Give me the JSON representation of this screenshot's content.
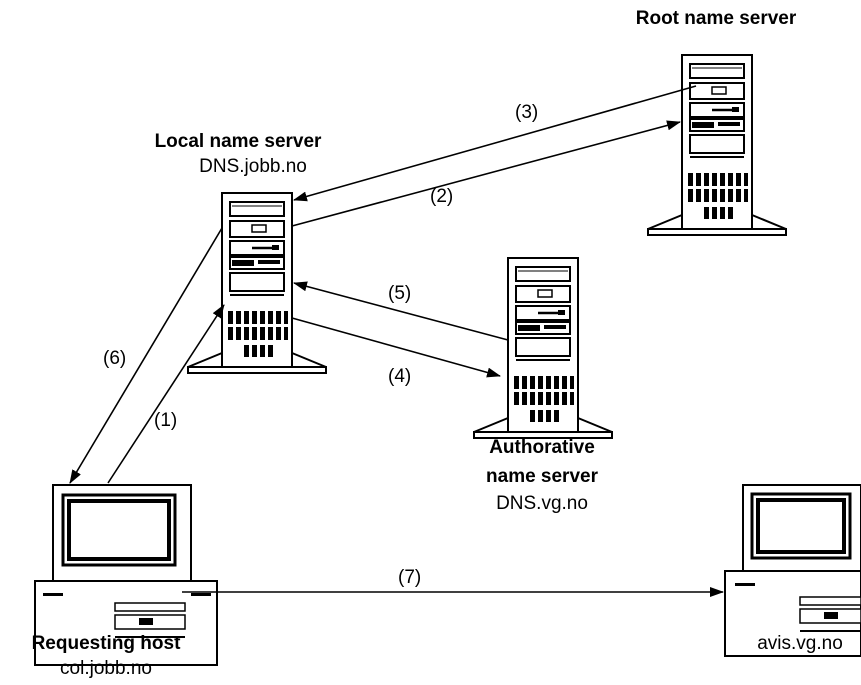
{
  "nodes": {
    "root": {
      "title": "Root name server",
      "subtitle": ""
    },
    "local": {
      "title": "Local name server",
      "subtitle": "DNS.jobb.no"
    },
    "auth": {
      "title_line1": "Authorative",
      "title_line2": "name server",
      "subtitle": "DNS.vg.no"
    },
    "request": {
      "title": "Requesting host",
      "subtitle": "col.jobb.no"
    },
    "target": {
      "title": "",
      "subtitle": "avis.vg.no"
    }
  },
  "steps": {
    "s1": "(1)",
    "s2": "(2)",
    "s3": "(3)",
    "s4": "(4)",
    "s5": "(5)",
    "s6": "(6)",
    "s7": "(7)"
  },
  "colors": {
    "line": "#000000",
    "tower_fill": "#ffffff",
    "screen": "#000000"
  }
}
